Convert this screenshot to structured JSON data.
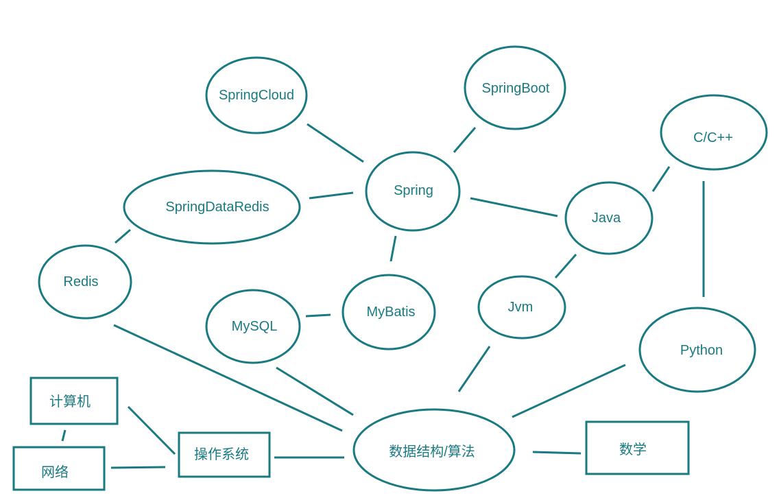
{
  "colors": {
    "stroke": "#1a7a82",
    "text": "#1a7a82",
    "background": "#ffffff"
  },
  "nodes": {
    "springcloud": "SpringCloud",
    "springboot": "SpringBoot",
    "spring": "Spring",
    "springdataredis": "SpringDataRedis",
    "cpp": "C/C++",
    "java": "Java",
    "redis": "Redis",
    "mysql": "MySQL",
    "mybatis": "MyBatis",
    "jvm": "Jvm",
    "python": "Python",
    "computer": "计算机",
    "network": "网络",
    "os": "操作系统",
    "dsa": "数据结构/算法",
    "math": "数学"
  }
}
